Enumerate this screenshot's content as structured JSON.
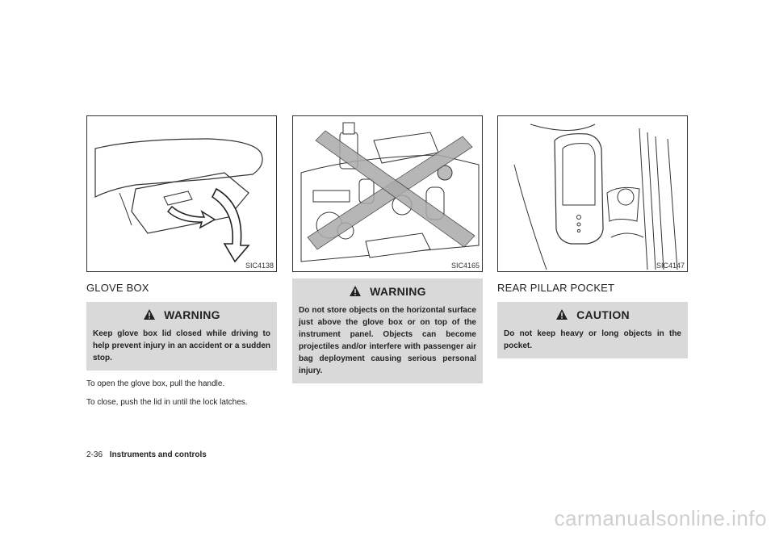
{
  "columns": [
    {
      "figure_code": "SIC4138",
      "heading": "GLOVE BOX",
      "notice": {
        "title": "WARNING",
        "text": "Keep glove box lid closed while driving to help prevent injury in an accident or a sudden stop."
      },
      "paragraphs": [
        "To open the glove box, pull the handle.",
        "To close, push the lid in until the lock latches."
      ]
    },
    {
      "figure_code": "SIC4165",
      "notice": {
        "title": "WARNING",
        "text": "Do not store objects on the horizontal surface just above the glove box or on top of the instrument panel. Objects can become projectiles and/or interfere with passenger air bag deployment causing serious personal injury."
      }
    },
    {
      "figure_code": "SIC4147",
      "heading": "REAR PILLAR POCKET",
      "notice": {
        "title": "CAUTION",
        "text": "Do not keep heavy or long objects in the pocket."
      }
    }
  ],
  "footer": {
    "page_number": "2-36",
    "section": "Instruments and controls"
  },
  "watermark": "carmanualsonline.info",
  "icons": {
    "warning": "warning-triangle-icon"
  }
}
